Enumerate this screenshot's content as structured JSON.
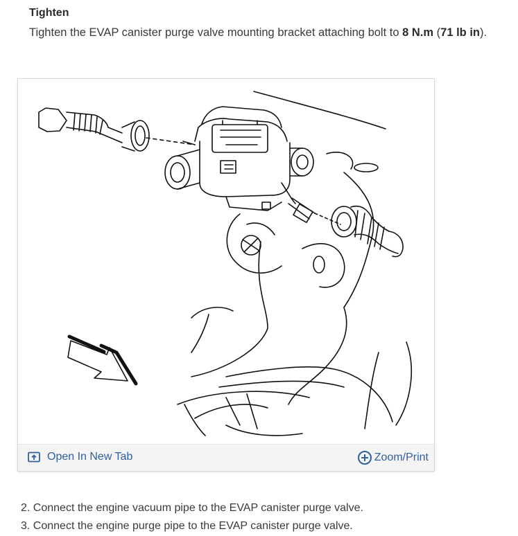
{
  "step": {
    "heading": "Tighten",
    "text_before": "Tighten the EVAP canister purge valve mounting bracket attaching bolt to ",
    "torque_metric": "8 N.m",
    "text_between": " (",
    "torque_imperial": "71 lb in",
    "text_after": ")."
  },
  "figure": {
    "open_tab_label": "Open In New Tab",
    "zoom_label": "Zoom/Print",
    "link_color": "#2f5f9e",
    "open_tab_icon": "open-in-new-tab-icon",
    "zoom_icon": "plus-circle-icon"
  },
  "instructions": [
    "2. Connect the engine vacuum pipe to the EVAP canister purge valve.",
    "3. Connect the engine purge pipe to the EVAP canister purge valve."
  ]
}
